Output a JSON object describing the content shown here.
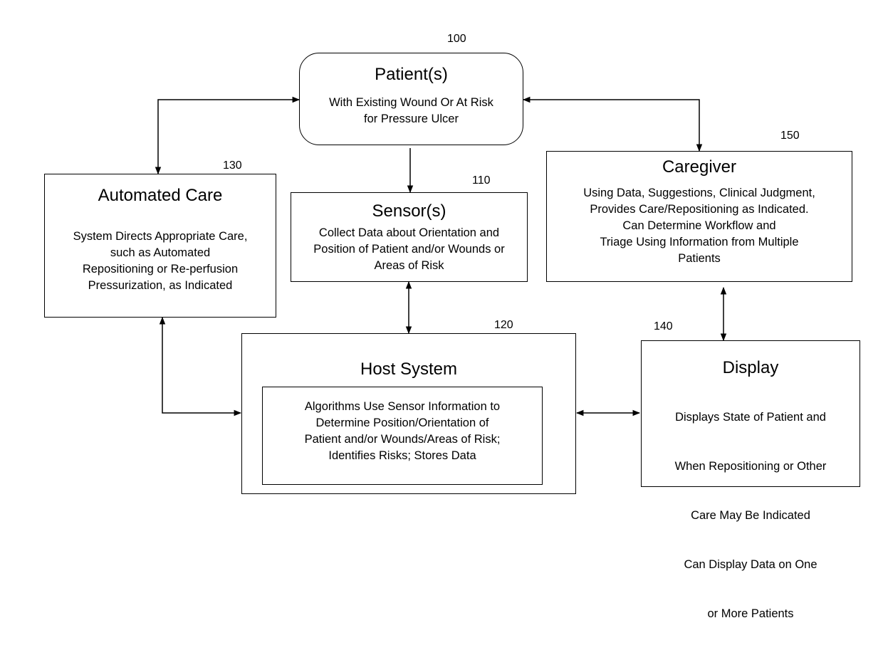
{
  "diagram": {
    "nodes": {
      "patient": {
        "ref": "100",
        "title": "Patient(s)",
        "lines": [
          "With Existing Wound Or At Risk",
          "for Pressure Ulcer"
        ]
      },
      "sensor": {
        "ref": "110",
        "title": "Sensor(s)",
        "lines": [
          "Collect Data about Orientation and",
          "Position of Patient and/or Wounds or",
          "Areas of Risk"
        ]
      },
      "host": {
        "ref": "120",
        "title": "Host System",
        "lines": [
          "Algorithms Use Sensor Information to",
          "Determine Position/Orientation of",
          "Patient and/or Wounds/Areas of Risk;",
          "Identifies Risks; Stores Data"
        ]
      },
      "automated": {
        "ref": "130",
        "title": "Automated Care",
        "lines": [
          "System Directs Appropriate Care,",
          "such as Automated",
          "Repositioning or Re-perfusion",
          "Pressurization, as Indicated"
        ]
      },
      "display": {
        "ref": "140",
        "title": "Display",
        "lines": [
          "Displays  State of Patient and",
          "When Repositioning or Other",
          "Care May Be Indicated",
          "  Can Display Data on One",
          "or More Patients"
        ]
      },
      "caregiver": {
        "ref": "150",
        "title": "Caregiver",
        "lines": [
          "Using Data, Suggestions, Clinical Judgment,",
          "Provides Care/Repositioning as Indicated.",
          "Can Determine Workflow and",
          "Triage Using Information from Multiple",
          "Patients"
        ]
      }
    }
  }
}
